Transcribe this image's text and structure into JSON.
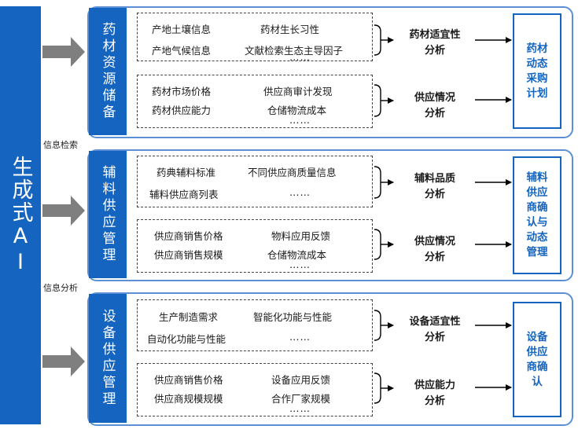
{
  "source": "生成式AI",
  "labels": {
    "sep1": "信息检索",
    "sep2": "信息分析"
  },
  "sections": [
    {
      "title": "药材资源储备",
      "groups": [
        {
          "col1": [
            "产地土壤信息",
            "产地气候信息"
          ],
          "col2": [
            "药材生长习性",
            "文献检索生态主导因子"
          ],
          "more": "……",
          "result": [
            "药材适宜性",
            "分析"
          ]
        },
        {
          "col1": [
            "药材市场价格",
            "药材供应能力"
          ],
          "col2": [
            "供应商审计发现",
            "仓储物流成本"
          ],
          "more": "……",
          "result": [
            "供应情况",
            "分析"
          ]
        }
      ],
      "output": [
        "药材",
        "动态",
        "采购",
        "计划"
      ]
    },
    {
      "title": "辅料供应管理",
      "groups": [
        {
          "col1": [
            "药典辅料标准",
            "辅料供应商列表"
          ],
          "col2": [
            "不同供应商质量信息"
          ],
          "more": "……",
          "result": [
            "辅料品质",
            "分析"
          ]
        },
        {
          "col1": [
            "供应商销售价格",
            "供应商销售规模"
          ],
          "col2": [
            "物料应用反馈",
            "仓储物流成本"
          ],
          "more": "……",
          "result": [
            "供应情况",
            "分析"
          ]
        }
      ],
      "output": [
        "辅料",
        "供应",
        "商确",
        "认与",
        "动态",
        "管理"
      ]
    },
    {
      "title": "设备供应管理",
      "groups": [
        {
          "col1": [
            "生产制造需求",
            "自动化功能与性能"
          ],
          "col2": [
            "智能化功能与性能"
          ],
          "more": "……",
          "result": [
            "设备适宜性",
            "分析"
          ]
        },
        {
          "col1": [
            "供应商销售价格",
            "供应商规模规模"
          ],
          "col2": [
            "设备应用反馈",
            "合作厂家规模"
          ],
          "more": "……",
          "result": [
            "供应能力",
            "分析"
          ]
        }
      ],
      "output": [
        "设备",
        "供应",
        "商确",
        "认"
      ]
    }
  ],
  "colors": {
    "primary": "#1565c0",
    "panel_border": "#5b8fd6",
    "arrow_gray": "#7f7f7f"
  },
  "icons": [
    "gray-block-arrow-icon",
    "bracket-arrow-icon",
    "right-arrow-icon"
  ]
}
